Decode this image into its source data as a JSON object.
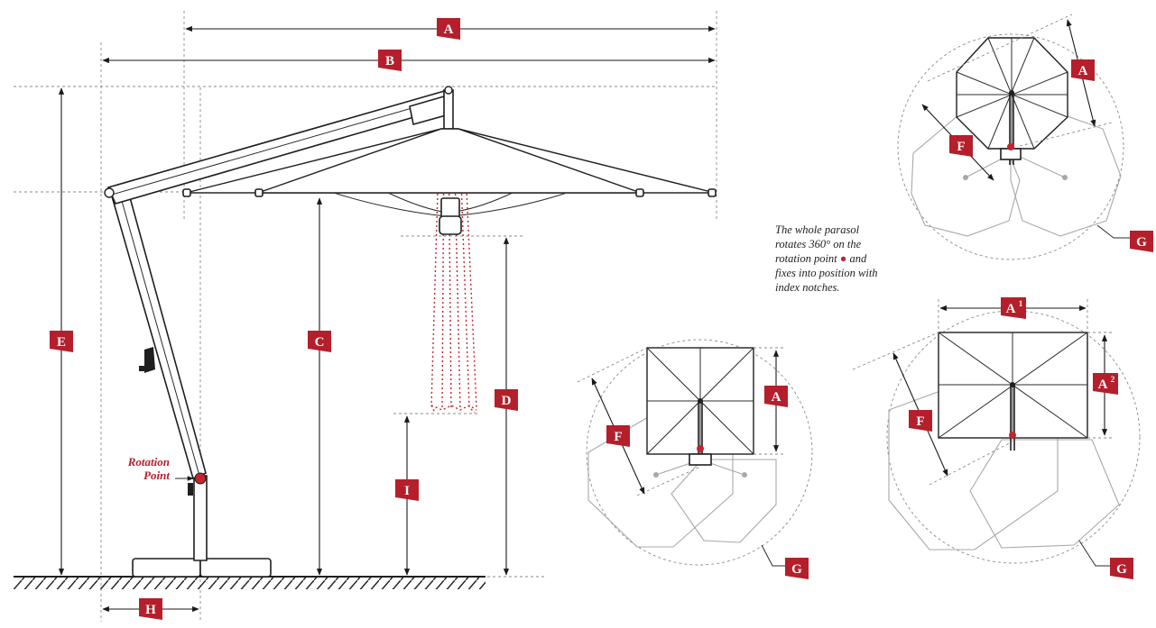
{
  "labels": {
    "A": "A",
    "B": "B",
    "C": "C",
    "D": "D",
    "E": "E",
    "F": "F",
    "G": "G",
    "H": "H",
    "I": "I",
    "A1": "A",
    "A1_sup": "1",
    "A2": "A",
    "A2_sup": "2"
  },
  "rotation_point": {
    "line1": "Rotation",
    "line2": "Point"
  },
  "note": {
    "line1": "The whole parasol",
    "line2": "rotates 360° on the",
    "line3": "rotation point",
    "line3_dot": "●",
    "line3_end": "and",
    "line4": "fixes into position with",
    "line5": "index notches."
  },
  "colors": {
    "accent": "#b41f2b",
    "line": "#1f1f1f",
    "guide": "#8a8a8a",
    "shadow_outline": "#a8a8a8"
  }
}
